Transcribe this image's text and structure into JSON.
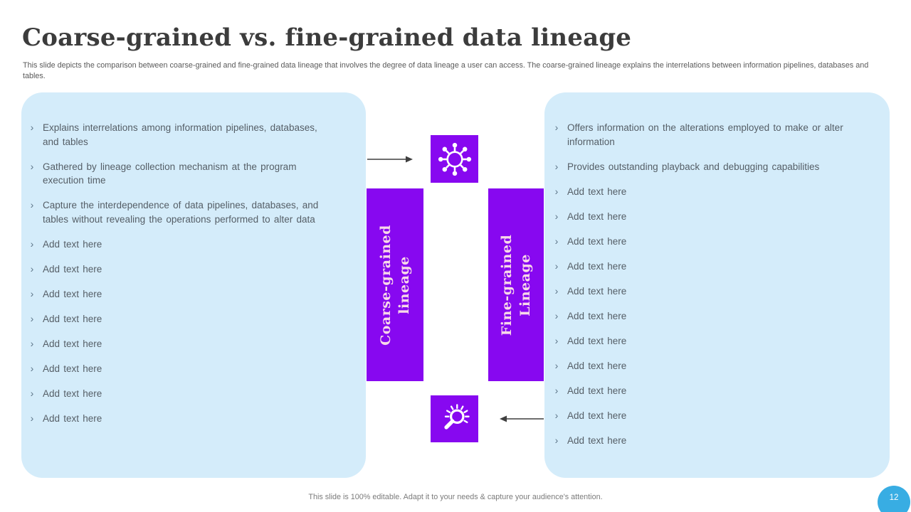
{
  "slide": {
    "title": "Coarse-grained vs. fine-grained data lineage",
    "subtitle": "This slide depicts the comparison between coarse-grained and fine-grained data lineage that involves the degree of data lineage a user can access. The coarse-grained lineage explains the interrelations between information pipelines, databases and tables.",
    "footer": "This slide is 100% editable. Adapt it to your needs & capture your audience's attention.",
    "page_number": "12"
  },
  "ui": {
    "bullet_marker": "›"
  },
  "left_panel": {
    "bullets": [
      "Explains interrelations among information pipelines, databases, and tables",
      "Gathered by lineage collection mechanism at the program execution time",
      "Capture the interdependence of data pipelines, databases, and tables without revealing the operations performed to alter data",
      "Add text here",
      "Add text here",
      "Add text here",
      "Add text here",
      "Add text here",
      "Add text here",
      "Add text here",
      "Add text here"
    ]
  },
  "right_panel": {
    "bullets": [
      "Offers information on the alterations employed to make or alter information",
      "Provides outstanding playback and debugging capabilities",
      "Add text here",
      "Add text here",
      "Add text here",
      "Add text here",
      "Add text here",
      "Add text here",
      "Add text here",
      "Add text here",
      "Add text here",
      "Add text here",
      "Add text here"
    ]
  },
  "center": {
    "left_bar_label": "Coarse-grained\nlineage",
    "right_bar_label": "Fine-grained\nLineage",
    "top_icon": "network-hub-icon",
    "bottom_icon": "magnifier-sparkle-icon"
  },
  "colors": {
    "panel_blue": "#d4ecfa",
    "accent_purple": "#8708f0",
    "bar_text_pink": "#f8d8e8",
    "badge_blue": "#38ade3",
    "title_dark": "#3c3c3c",
    "body_text": "#555e66",
    "arrow_dark": "#3f3f3f"
  }
}
